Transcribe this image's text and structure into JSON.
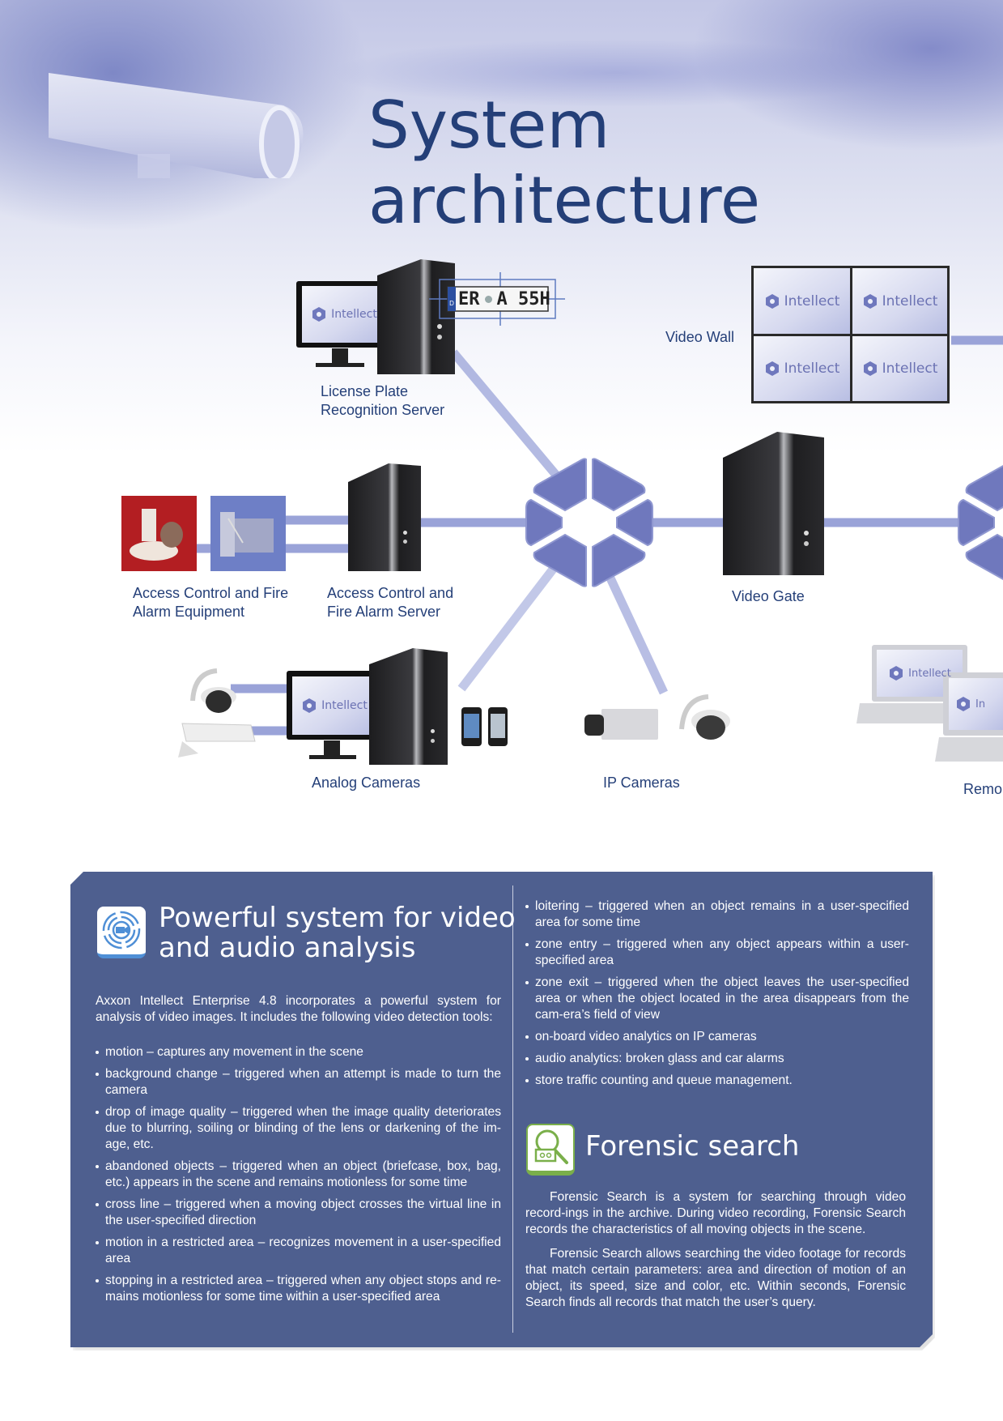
{
  "page": {
    "title": "System architecture"
  },
  "diagram": {
    "nodes": {
      "license_plate_server": {
        "label_line1": "License Plate",
        "label_line2": "Recognition Server",
        "plate_text": "ER",
        "plate_text2": "A 55H",
        "plate_country": "D",
        "screen_text": "Intellect"
      },
      "video_wall": {
        "label": "Video Wall",
        "screens": [
          "Intellect",
          "Intellect",
          "Intellect",
          "Intellect"
        ]
      },
      "access_equipment": {
        "label_line1": "Access Control and Fire",
        "label_line2": "Alarm Equipment"
      },
      "access_server": {
        "label_line1": "Access Control and",
        "label_line2": "Fire Alarm Server"
      },
      "video_gate": {
        "label": "Video Gate"
      },
      "analog_cameras": {
        "label": "Analog Cameras",
        "screen_text": "Intellect"
      },
      "ip_cameras": {
        "label": "IP Cameras"
      },
      "remote": {
        "label": "Remo",
        "screen_text": "Intellect",
        "screen_text2": "In"
      }
    },
    "colors": {
      "link": "#9aa3d8",
      "hub": "#6f78bd",
      "label": "#243f78"
    }
  },
  "panel": {
    "background": "#4e5f8f",
    "video_analysis": {
      "title_line1": "Powerful system for video",
      "title_line2": "and audio analysis",
      "icon": "video-analytics-icon",
      "intro": "Axxon Intellect Enterprise 4.8 incorporates a powerful system for analysis of video images. It includes the following video detection tools:",
      "left_bullets": [
        "motion – captures any movement in the scene",
        "background change – triggered when an attempt is made to turn the camera",
        "drop of image quality – triggered when the image quality deteriorates due to blurring, soiling or blinding of the lens or darkening of the im-age, etc.",
        "abandoned objects – triggered when an object (briefcase, box, bag, etc.) appears in the scene and remains motionless for some time",
        "cross line – triggered when a moving object crosses the virtual line in the user-specified direction",
        "motion in a restricted area – recognizes movement in a user-specified area",
        "stopping in a restricted area – triggered when any object stops and re-mains motionless for some time within a user-specified area"
      ],
      "right_bullets": [
        "loitering – triggered when an object remains in a user-specified area for some time",
        "zone entry – triggered when any object appears within a user-specified area",
        "zone exit – triggered when the object leaves the user-specified area or when the object located in the area disappears from the cam-era’s field of view",
        "on-board video analytics on IP cameras",
        "audio analytics: broken glass and car alarms",
        "store traffic counting and queue management."
      ]
    },
    "forensic": {
      "title": "Forensic search",
      "icon": "forensic-search-icon",
      "icon_color": "#7aaf4a",
      "paragraphs": [
        "Forensic Search is a system for searching through video record-ings in the archive. During video recording, Forensic Search records the characteristics of all moving objects in the scene.",
        "Forensic Search allows searching the video footage for records that match certain parameters: area and direction of motion of an object, its speed, size and color, etc. Within seconds, Forensic Search finds all records that match the user’s query."
      ]
    }
  }
}
